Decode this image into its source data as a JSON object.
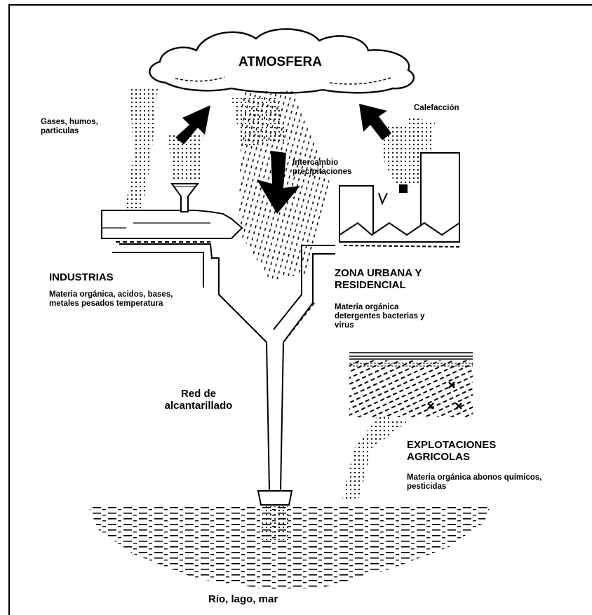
{
  "atmosphere": {
    "title": "ATMOSFERA"
  },
  "sources": {
    "gases": "Gases, humos, particulas",
    "calefaccion": "Calefacción",
    "intercambio": "Intercambio precipitaciones"
  },
  "industrias": {
    "title": "INDUSTRIAS",
    "desc": "Materia orgánica, acidos, bases, metales pesados temperatura"
  },
  "urbana": {
    "title": "ZONA URBANA Y RESIDENCIAL",
    "desc": "Materia orgánica detergentes bacterias y virus"
  },
  "red": {
    "label": "Red de alcantarillado"
  },
  "agricolas": {
    "title": "EXPLOTACIONES AGRICOLAS",
    "desc": "Materia orgánica abonos químicos, pesticidas"
  },
  "destino": {
    "label": "Rio, lago, mar"
  }
}
